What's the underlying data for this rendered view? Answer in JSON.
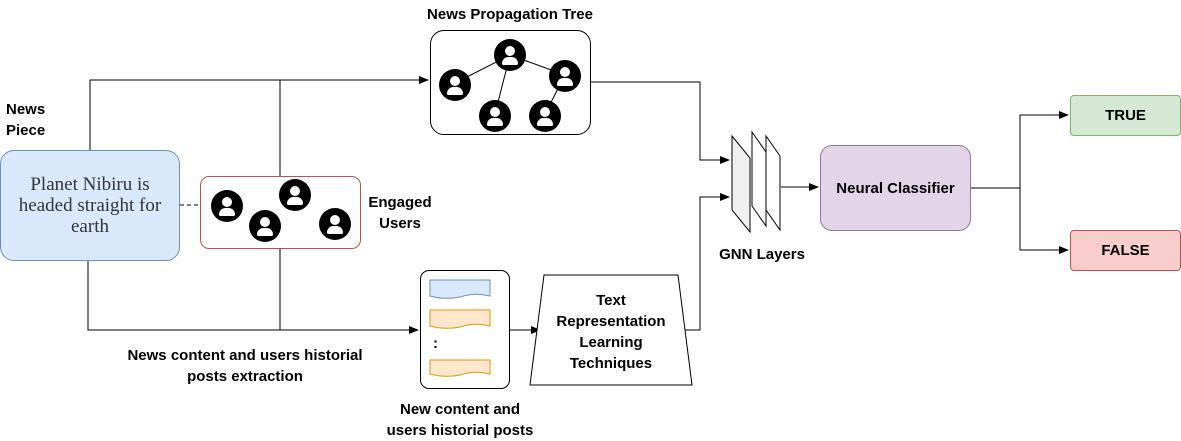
{
  "news_piece": {
    "label": "News\nPiece",
    "text": "Planet Nibiru is headed straight for earth"
  },
  "engaged_users": {
    "label": "Engaged\nUsers"
  },
  "propagation_tree": {
    "title": "News Propagation Tree"
  },
  "extraction": {
    "label": "News content and users historial\nposts extraction"
  },
  "posts_doc": {
    "label": "New content and\nusers historial posts",
    "ellipsis": ":"
  },
  "text_repr": {
    "label": "Text\nRepresentation\nLearning\nTechniques"
  },
  "gnn": {
    "label": "GNN Layers"
  },
  "classifier": {
    "label": "Neural Classifier"
  },
  "outputs": {
    "true_label": "TRUE",
    "false_label": "FALSE"
  },
  "colors": {
    "news_fill": "#dae8fc",
    "news_stroke": "#6c8ebf",
    "users_stroke": "#b85450",
    "classifier_fill": "#e1d5e7",
    "classifier_stroke": "#9673a6",
    "true_fill": "#d5e8d4",
    "true_stroke": "#82b366",
    "false_fill": "#f8cecc",
    "false_stroke": "#b85450",
    "doc_blue": "#dae8fc",
    "doc_orange": "#ffe6cc"
  },
  "icons": [
    "user-icon"
  ]
}
